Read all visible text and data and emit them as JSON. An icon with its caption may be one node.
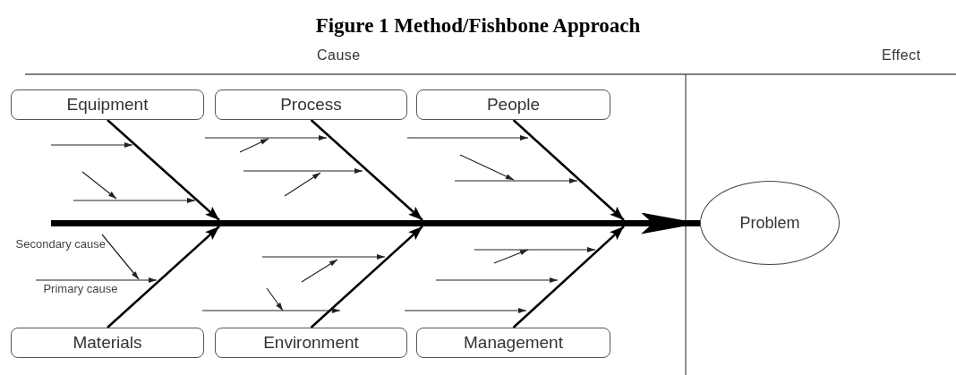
{
  "diagram": {
    "title": "Figure 1 Method/Fishbone Approach",
    "nodes": [
      {
        "text": [
          "Equipment"
        ]
      },
      {
        "text": [
          "Process"
        ]
      },
      {
        "text": [
          "People"
        ]
      },
      {
        "text": [
          "Materials"
        ]
      },
      {
        "text": [
          "Environment"
        ]
      },
      {
        "text": [
          "Management"
        ]
      },
      {
        "text": [],
        "shape": "bar"
      },
      {
        "text": [
          "Problem"
        ]
      }
    ],
    "edges": [
      {
        "from": 0,
        "to": 6,
        "arrow": "to"
      },
      {
        "from": 1,
        "to": 6,
        "arrow": "to"
      },
      {
        "from": 2,
        "to": 6,
        "arrow": "to"
      },
      {
        "from": 3,
        "to": 6,
        "arrow": "to"
      },
      {
        "from": 4,
        "to": 6,
        "arrow": "to"
      },
      {
        "from": 5,
        "to": 6,
        "arrow": "to"
      },
      {
        "from": 6,
        "to": 7,
        "arrow": "to",
        "style": "thick"
      }
    ],
    "labels": [
      "Cause",
      "Effect",
      "Secondary cause",
      "Primary cause"
    ]
  }
}
